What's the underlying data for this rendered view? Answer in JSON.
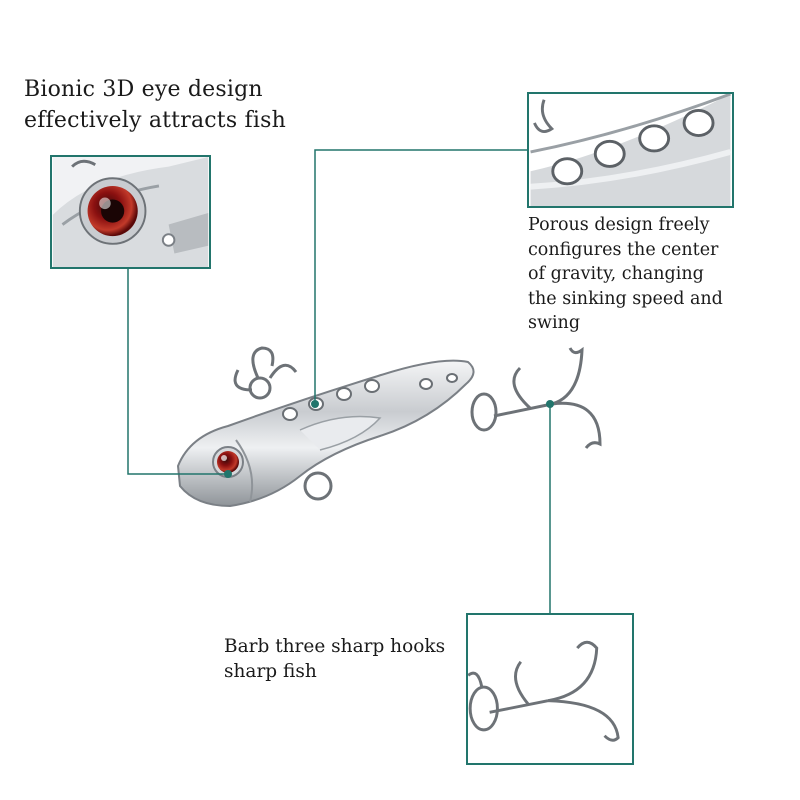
{
  "callouts": {
    "eye": {
      "label": "Bionic 3D eye design\neffectively attracts fish",
      "detail_icon": "lure-eye-closeup"
    },
    "holes": {
      "label": "Porous design freely\nconfigures the center\n of gravity,  changing\nthe sinking speed and\n swing",
      "detail_icon": "lure-holes-closeup"
    },
    "hooks": {
      "label": "Barb three sharp hooks\nsharp fish",
      "detail_icon": "treble-hook-closeup"
    }
  },
  "product": {
    "icon": "metal-vib-lure"
  },
  "colors": {
    "callout_line": "#22756c",
    "eye_red": "#9c1414",
    "metal": "#c9ccd0"
  }
}
